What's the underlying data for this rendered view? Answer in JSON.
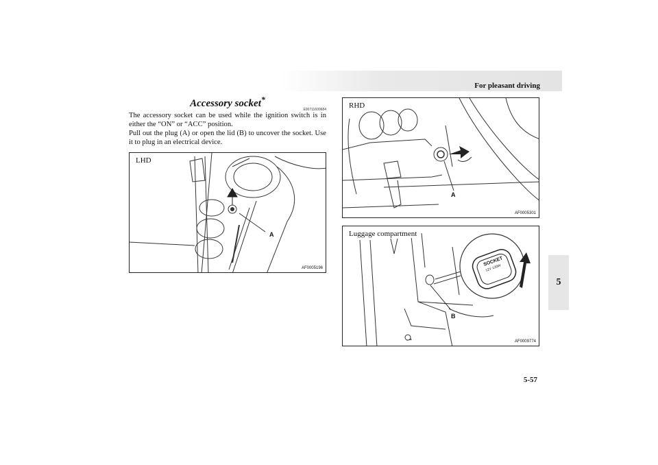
{
  "header": {
    "running_head": "For pleasant driving"
  },
  "chapter_tab": "5",
  "page_number": "5-57",
  "section": {
    "title": "Accessory socket",
    "title_mark": "*",
    "code": "E00711600684",
    "paragraphs": [
      "The accessory socket can be used while the ignition switch is in either the “ON” or “ACC” position.",
      "Pull out the plug (A) or open the lid (B) to uncover the socket. Use it to plug in an electrical device."
    ]
  },
  "figures": {
    "lhd": {
      "label": "LHD",
      "callout": "A",
      "code": "AF0005196"
    },
    "rhd": {
      "label": "RHD",
      "callout": "A",
      "code": "AF0005301"
    },
    "luggage": {
      "label": "Luggage compartment",
      "callout": "B",
      "code": "AF0009774",
      "socket_text_1": "SOCKET",
      "socket_text_2": "12V 120W"
    }
  }
}
